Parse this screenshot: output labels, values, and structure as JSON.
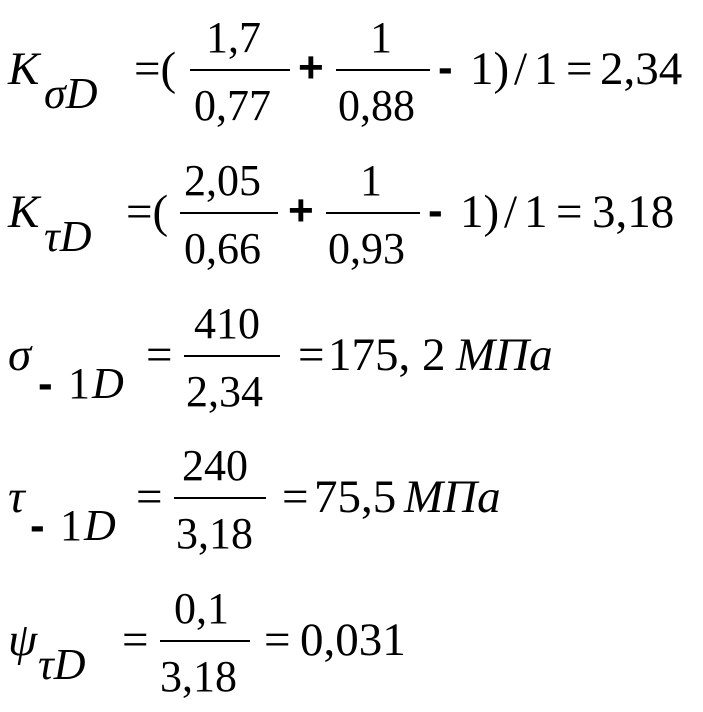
{
  "eq1": {
    "base": "K",
    "subscript": "σD",
    "eq_open": "=(",
    "frac1_num": "1,7",
    "frac1_den": "0,77",
    "plus": "+",
    "frac2_num": "1",
    "frac2_den": "0,88",
    "minus": "-",
    "tail": "1)",
    "slash": "/",
    "divisor": "1",
    "equals": "=",
    "result": "2,34"
  },
  "eq2": {
    "base": "K",
    "subscript": "τD",
    "eq_open": "=(",
    "frac1_num": "2,05",
    "frac1_den": "0,66",
    "plus": "+",
    "frac2_num": "1",
    "frac2_den": "0,93",
    "minus": "-",
    "tail": "1)",
    "slash": "/",
    "divisor": "1",
    "equals": "=",
    "result": "3,18"
  },
  "eq3": {
    "base": "σ",
    "sub_minus": "-",
    "sub_num": "1",
    "sub_letter": "D",
    "equals1": "=",
    "frac_num": "410",
    "frac_den": "2,34",
    "equals2": "=",
    "result": "175, 2",
    "unit": "MПa"
  },
  "eq4": {
    "base": "τ",
    "sub_minus": "-",
    "sub_num": "1",
    "sub_letter": "D",
    "equals1": "=",
    "frac_num": "240",
    "frac_den": "3,18",
    "equals2": "=",
    "result": "75,5",
    "unit": "MПa"
  },
  "eq5": {
    "base": "ψ",
    "subscript": "τD",
    "equals1": "=",
    "frac_num": "0,1",
    "frac_den": "3,18",
    "equals2": "=",
    "result": "0,031"
  }
}
